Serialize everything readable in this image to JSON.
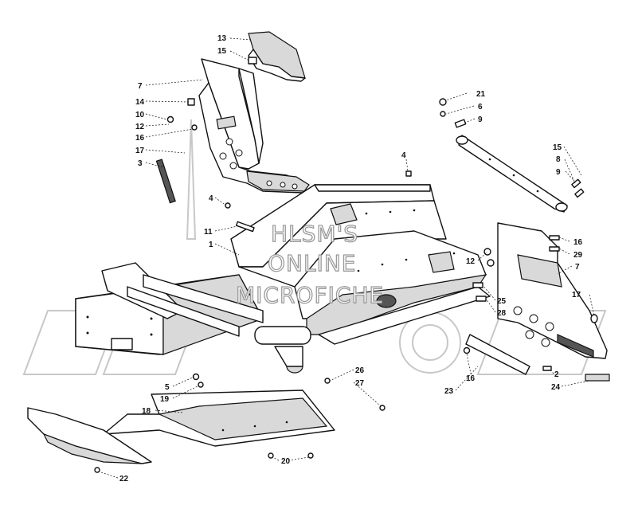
{
  "watermark": {
    "lines": [
      "HLSM'S",
      "ONLINE",
      "MICROFICHE"
    ]
  },
  "callouts": [
    {
      "id": "c13",
      "label": "13"
    },
    {
      "id": "c15a",
      "label": "15"
    },
    {
      "id": "c7a",
      "label": "7"
    },
    {
      "id": "c14",
      "label": "14"
    },
    {
      "id": "c10",
      "label": "10"
    },
    {
      "id": "c12a",
      "label": "12"
    },
    {
      "id": "c16a",
      "label": "16"
    },
    {
      "id": "c17a",
      "label": "17"
    },
    {
      "id": "c3",
      "label": "3"
    },
    {
      "id": "c4a",
      "label": "4"
    },
    {
      "id": "c4b",
      "label": "4"
    },
    {
      "id": "c11",
      "label": "11"
    },
    {
      "id": "c1",
      "label": "1"
    },
    {
      "id": "c21",
      "label": "21"
    },
    {
      "id": "c6",
      "label": "6"
    },
    {
      "id": "c9a",
      "label": "9"
    },
    {
      "id": "c15b",
      "label": "15"
    },
    {
      "id": "c8",
      "label": "8"
    },
    {
      "id": "c9b",
      "label": "9"
    },
    {
      "id": "c16b",
      "label": "16"
    },
    {
      "id": "c12b",
      "label": "12"
    },
    {
      "id": "c29",
      "label": "29"
    },
    {
      "id": "c7b",
      "label": "7"
    },
    {
      "id": "c25",
      "label": "25"
    },
    {
      "id": "c28",
      "label": "28"
    },
    {
      "id": "c17b",
      "label": "17"
    },
    {
      "id": "c5",
      "label": "5"
    },
    {
      "id": "c19",
      "label": "19"
    },
    {
      "id": "c18",
      "label": "18"
    },
    {
      "id": "c26",
      "label": "26"
    },
    {
      "id": "c27",
      "label": "27"
    },
    {
      "id": "c16c",
      "label": "16"
    },
    {
      "id": "c23",
      "label": "23"
    },
    {
      "id": "c2",
      "label": "2"
    },
    {
      "id": "c24",
      "label": "24"
    },
    {
      "id": "c20",
      "label": "20"
    },
    {
      "id": "c22",
      "label": "22"
    }
  ]
}
